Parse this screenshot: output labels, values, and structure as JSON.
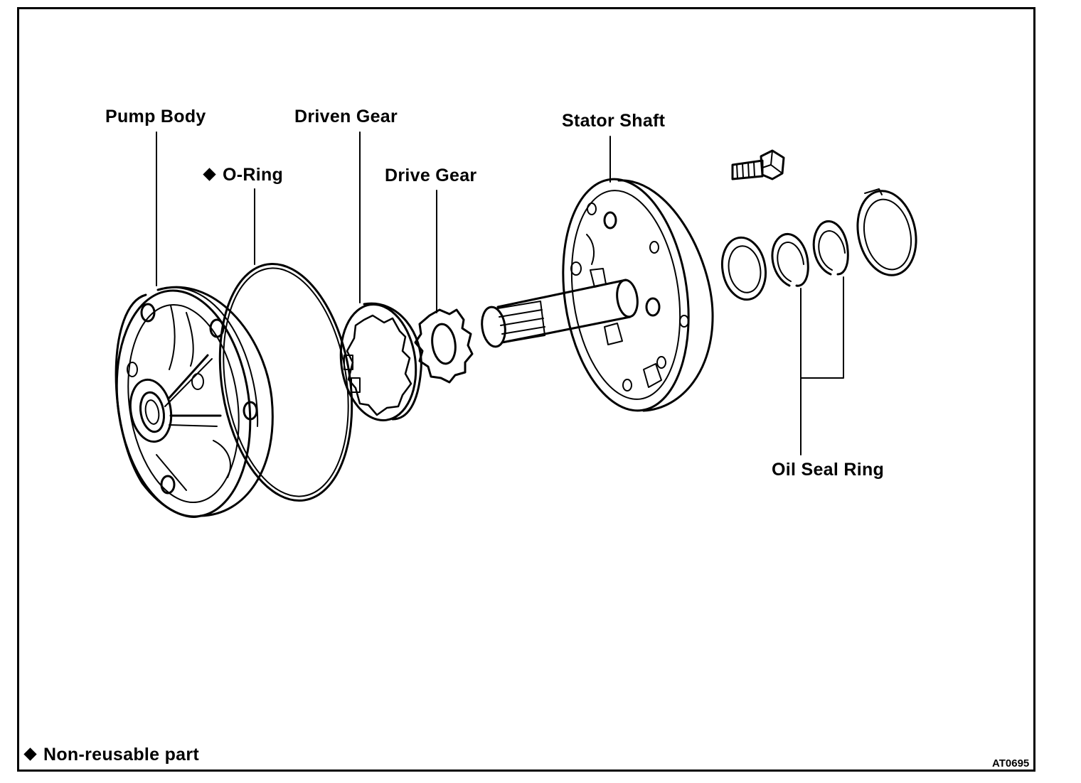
{
  "labels": {
    "pump_body": "Pump Body",
    "o_ring": "O-Ring",
    "driven_gear": "Driven Gear",
    "drive_gear": "Drive Gear",
    "stator_shaft": "Stator Shaft",
    "oil_seal_ring": "Oil Seal Ring"
  },
  "legend": {
    "non_reusable": "Non-reusable part"
  },
  "figure_code": "AT0695",
  "icons": {
    "non_reusable_marker": "diamond-icon"
  },
  "colors": {
    "ink": "#000000",
    "paper": "#ffffff"
  }
}
